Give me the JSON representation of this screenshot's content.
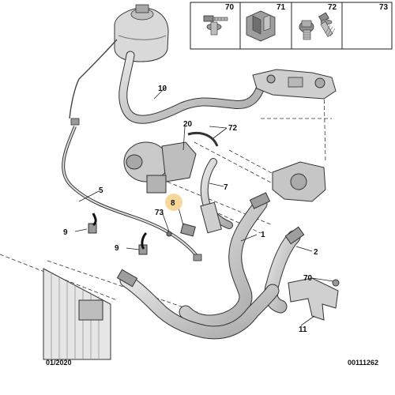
{
  "legend": [
    {
      "num": "70",
      "icon": "bolt-with-washer-icon"
    },
    {
      "num": "71",
      "icon": "clip-fastener-icon"
    },
    {
      "num": "72",
      "icon": "short-bolt-icon"
    },
    {
      "num": "73",
      "icon": "flange-bolt-icon"
    }
  ],
  "callouts": {
    "c1": "1",
    "c2": "2",
    "c5": "5",
    "c7": "7",
    "c8": "8",
    "c9a": "9",
    "c9b": "9",
    "c10": "10",
    "c11": "11",
    "c20": "20",
    "c70": "70",
    "c72": "72",
    "c73": "73"
  },
  "footer": {
    "date": "01/2020",
    "code": "00111262"
  },
  "colors": {
    "line": "#2b2b2b",
    "hose": "#c9c9c9",
    "highlight": "#f6d89a"
  }
}
